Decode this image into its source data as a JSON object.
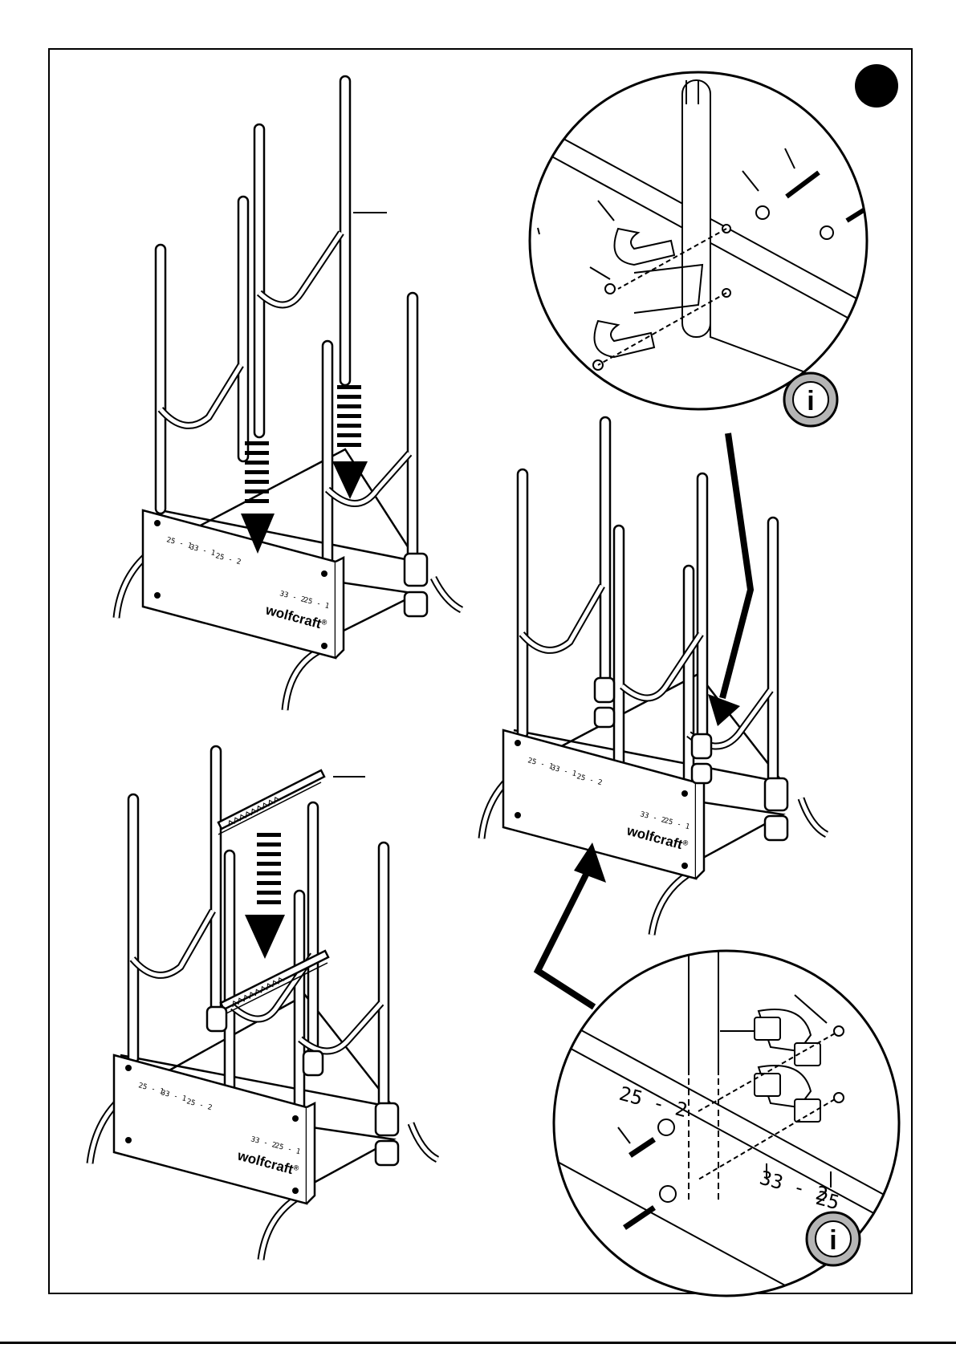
{
  "brand": {
    "name": "wolfcraft",
    "trademark": "®"
  },
  "rail_marks": {
    "a": "25 - 1",
    "b": "33 - 1",
    "c": "25 - 2",
    "d": "33 - 2",
    "e": "25 - 1"
  },
  "detail_bottom_marks": {
    "left": "25 - 2",
    "right": "33 - 2",
    "far_right": "25"
  },
  "icons": {
    "info": "info-icon",
    "step_marker": "step-circle-icon",
    "arrow": "arrow-icon"
  },
  "info_glyph": "i",
  "colors": {
    "line": "#000000",
    "background": "#ffffff",
    "info_fill": "#b5b5b5"
  }
}
